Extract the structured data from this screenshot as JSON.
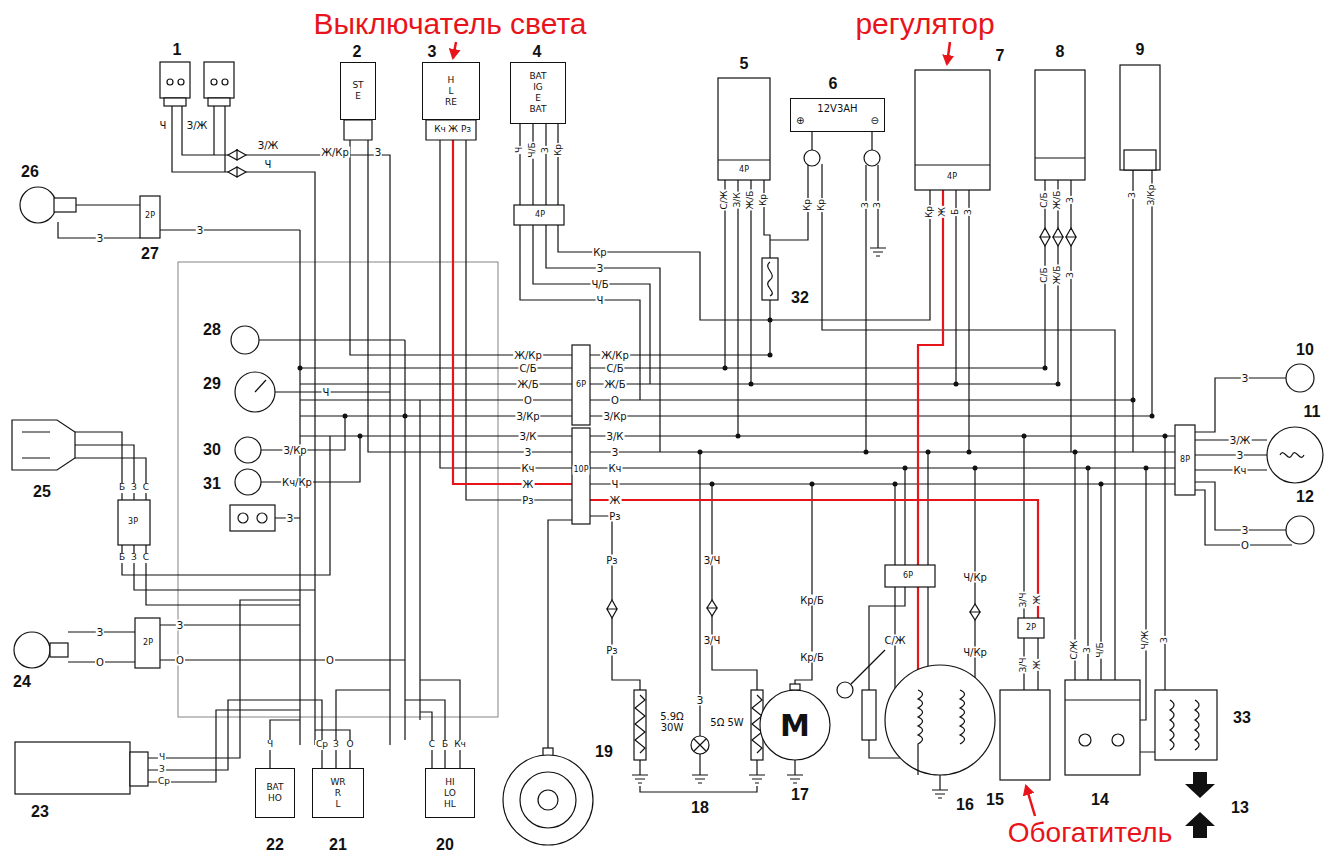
{
  "diagram": {
    "nodes": [
      {
        "text": [
          "ST",
          "E"
        ]
      },
      {
        "text": [
          "H",
          "L",
          "RE"
        ]
      },
      {
        "text": [
          "BAT",
          "IG",
          "E",
          "BAT"
        ]
      },
      {
        "text": [
          "12V3AH",
          "⊕",
          "⊖"
        ]
      },
      {
        "text": [
          "BAT",
          "HO"
        ]
      },
      {
        "text": [
          "WR",
          "R",
          "L"
        ]
      },
      {
        "text": [
          "HI",
          "LO",
          "HL"
        ]
      }
    ],
    "labels": [
      "Выключатель света",
      "регулятор",
      "Обогатитель",
      "1",
      "2",
      "3",
      "4",
      "5",
      "6",
      "7",
      "8",
      "9",
      "10",
      "11",
      "12",
      "13",
      "14",
      "15",
      "16",
      "17",
      "18",
      "19",
      "20",
      "21",
      "22",
      "23",
      "24",
      "25",
      "26",
      "27",
      "28",
      "29",
      "30",
      "31",
      "32",
      "33",
      "Ч",
      "З/Ж",
      "З/Ж",
      "Ч",
      "Ж/Кр",
      "З",
      "Кч",
      "Ж",
      "Рз",
      "Ч",
      "Ч/Б",
      "З",
      "Кр",
      "4P",
      "С/Ж",
      "З/К",
      "Ж/Б",
      "Кр",
      "4P",
      "Кр",
      "Кр",
      "З",
      "З",
      "4P",
      "Кр",
      "Ж",
      "Б",
      "З",
      "С/Б",
      "Ж/Б",
      "З",
      "С/Б",
      "Ж/Б",
      "З",
      "З",
      "З/Кр",
      "Кр",
      "З",
      "Ч/Б",
      "Ч",
      "Ж/Кр",
      "С/Б",
      "Ж/Б",
      "О",
      "З/Кр",
      "З/К",
      "З",
      "Кч",
      "Ж",
      "Рз",
      "Ж/Кр",
      "С/Б",
      "Ж/Б",
      "О",
      "З/Кр",
      "З/К",
      "З",
      "Кч",
      "Ч",
      "Ж",
      "Рз",
      "6P",
      "10P",
      "З",
      "З/Ж",
      "З",
      "Кч",
      "З",
      "О",
      "8P",
      "Рз",
      "Рз",
      "З/Ч",
      "З/Ч",
      "З",
      "5.9Ω 30W",
      "5Ω 5W",
      "Кр/Б",
      "Кр/Б",
      "С/Ж",
      "Ч/Кр",
      "Ч/Кр",
      "З/Ч",
      "Ж",
      "З/Ч",
      "Ж",
      "2P",
      "6P",
      "С/Ж",
      "З",
      "Ч/Б",
      "Ч/Ж",
      "З",
      "З",
      "З",
      "2P",
      "Б",
      "З",
      "С",
      "Б",
      "З",
      "С",
      "3P",
      "З",
      "О",
      "2P",
      "З",
      "О",
      "О",
      "Ч",
      "Ср",
      "З",
      "О",
      "С",
      "Б",
      "Кч",
      "Ч",
      "З",
      "Ср",
      "З/Кр",
      "Кч/Кр",
      "З",
      "Ч",
      "M"
    ]
  }
}
